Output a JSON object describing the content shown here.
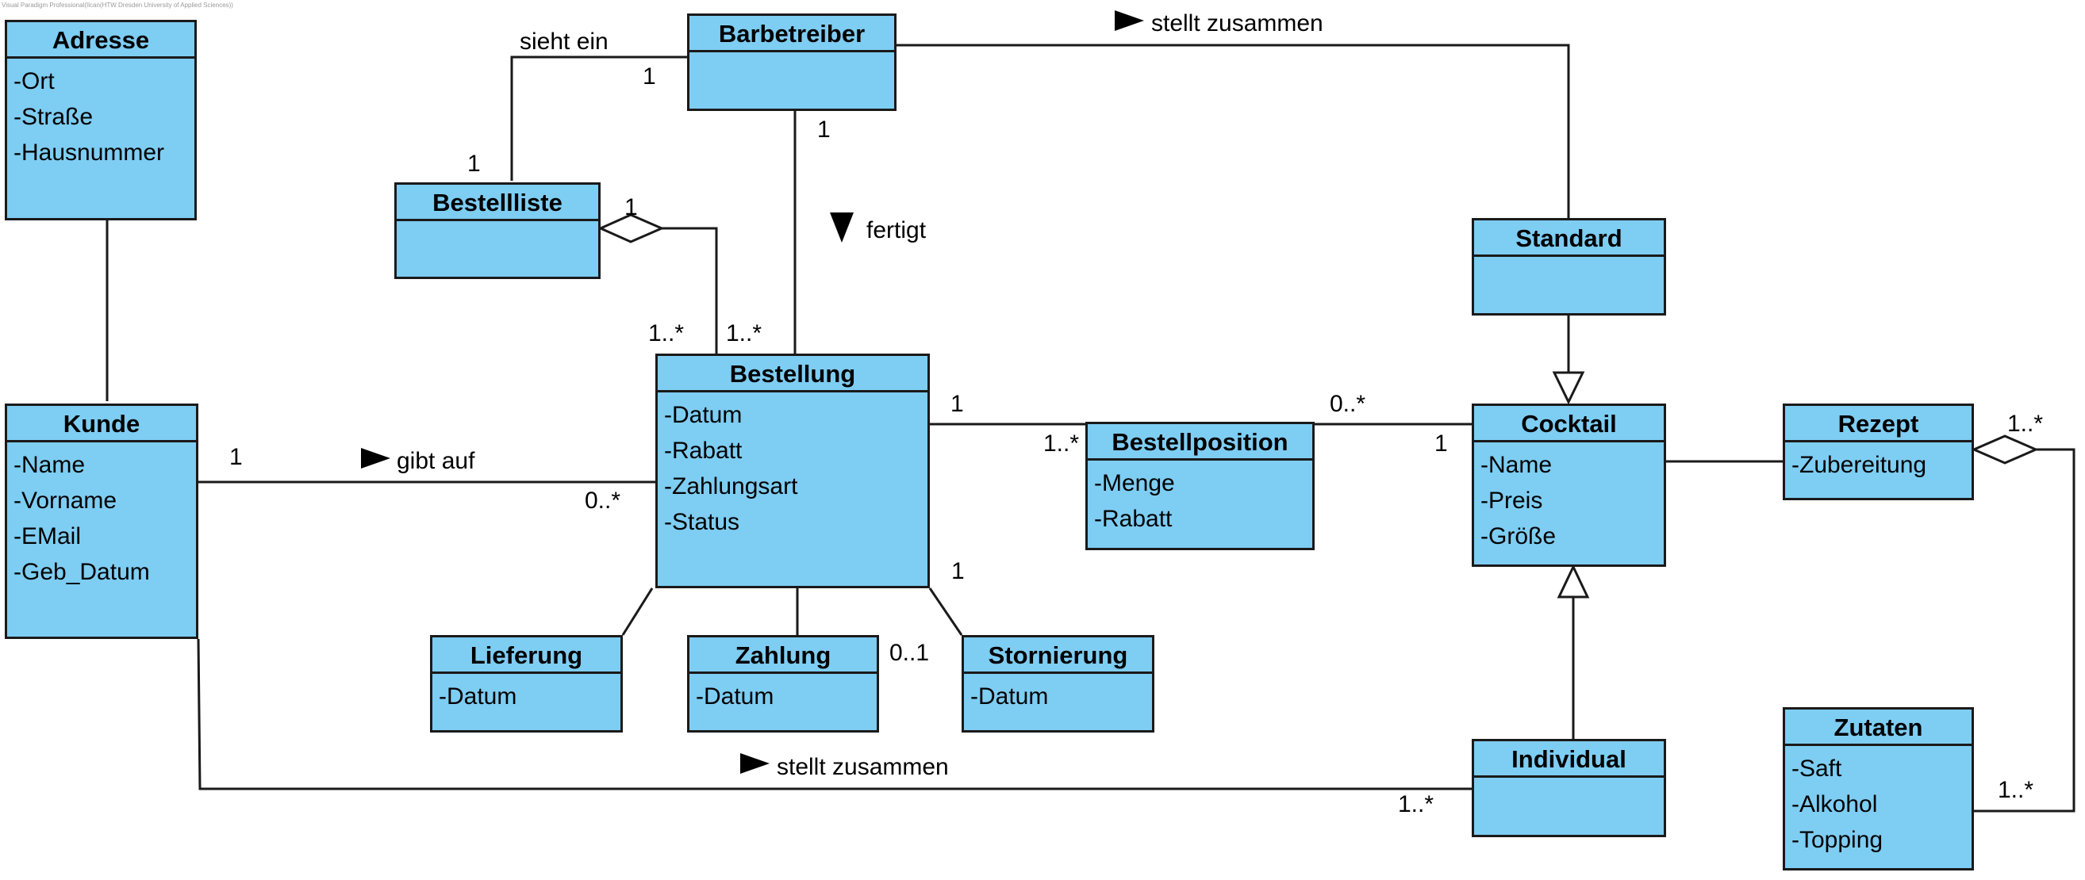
{
  "app": {
    "watermark": "Visual Paradigm Professional(Ilcan(HTW Dresden University of Applied Sciences))"
  },
  "classes": {
    "adresse": {
      "name": "Adresse",
      "attributes": [
        "-Ort",
        "-Straße",
        "-Hausnummer"
      ]
    },
    "barbetreiber": {
      "name": "Barbetreiber",
      "attributes": []
    },
    "bestellliste": {
      "name": "Bestellliste",
      "attributes": []
    },
    "kunde": {
      "name": "Kunde",
      "attributes": [
        "-Name",
        "-Vorname",
        "-EMail",
        "-Geb_Datum"
      ]
    },
    "bestellung": {
      "name": "Bestellung",
      "attributes": [
        "-Datum",
        "-Rabatt",
        "-Zahlungsart",
        "-Status"
      ]
    },
    "bestellposition": {
      "name": "Bestellposition",
      "attributes": [
        "-Menge",
        "-Rabatt"
      ]
    },
    "standard": {
      "name": "Standard",
      "attributes": []
    },
    "cocktail": {
      "name": "Cocktail",
      "attributes": [
        "-Name",
        "-Preis",
        "-Größe"
      ]
    },
    "rezept": {
      "name": "Rezept",
      "attributes": [
        "-Zubereitung"
      ]
    },
    "lieferung": {
      "name": "Lieferung",
      "attributes": [
        "-Datum"
      ]
    },
    "zahlung": {
      "name": "Zahlung",
      "attributes": [
        "-Datum"
      ]
    },
    "stornierung": {
      "name": "Stornierung",
      "attributes": [
        "-Datum"
      ]
    },
    "individual": {
      "name": "Individual",
      "attributes": []
    },
    "zutaten": {
      "name": "Zutaten",
      "attributes": [
        "-Saft",
        "-Alkohol",
        "-Topping"
      ]
    }
  },
  "associations": {
    "sieht_ein": "sieht ein",
    "stellt_zusammen_top": "stellt zusammen",
    "fertigt": "fertigt",
    "gibt_auf": "gibt auf",
    "stellt_zusammen_bottom": "stellt zusammen"
  },
  "multiplicities": {
    "barbetreiber_sieht_ein": "1",
    "bestellliste_sieht_ein": "1",
    "barbetreiber_fertigt": "1",
    "bestellliste_agg": "1",
    "bestellung_agg": "1..*",
    "bestellung_fertigt": "1..*",
    "kunde_gibt_auf": "1",
    "bestellung_gibt_auf": "0..*",
    "bestellung_position": "1",
    "bestellposition_bestellung": "1..*",
    "bestellposition_cocktail": "0..*",
    "cocktail_position": "1",
    "bestellung_stornierung": "1",
    "stornierung_bestellung": "0..1",
    "rezept_agg": "1..*",
    "zutaten_agg": "1..*",
    "individual_stellt": "1..*"
  }
}
